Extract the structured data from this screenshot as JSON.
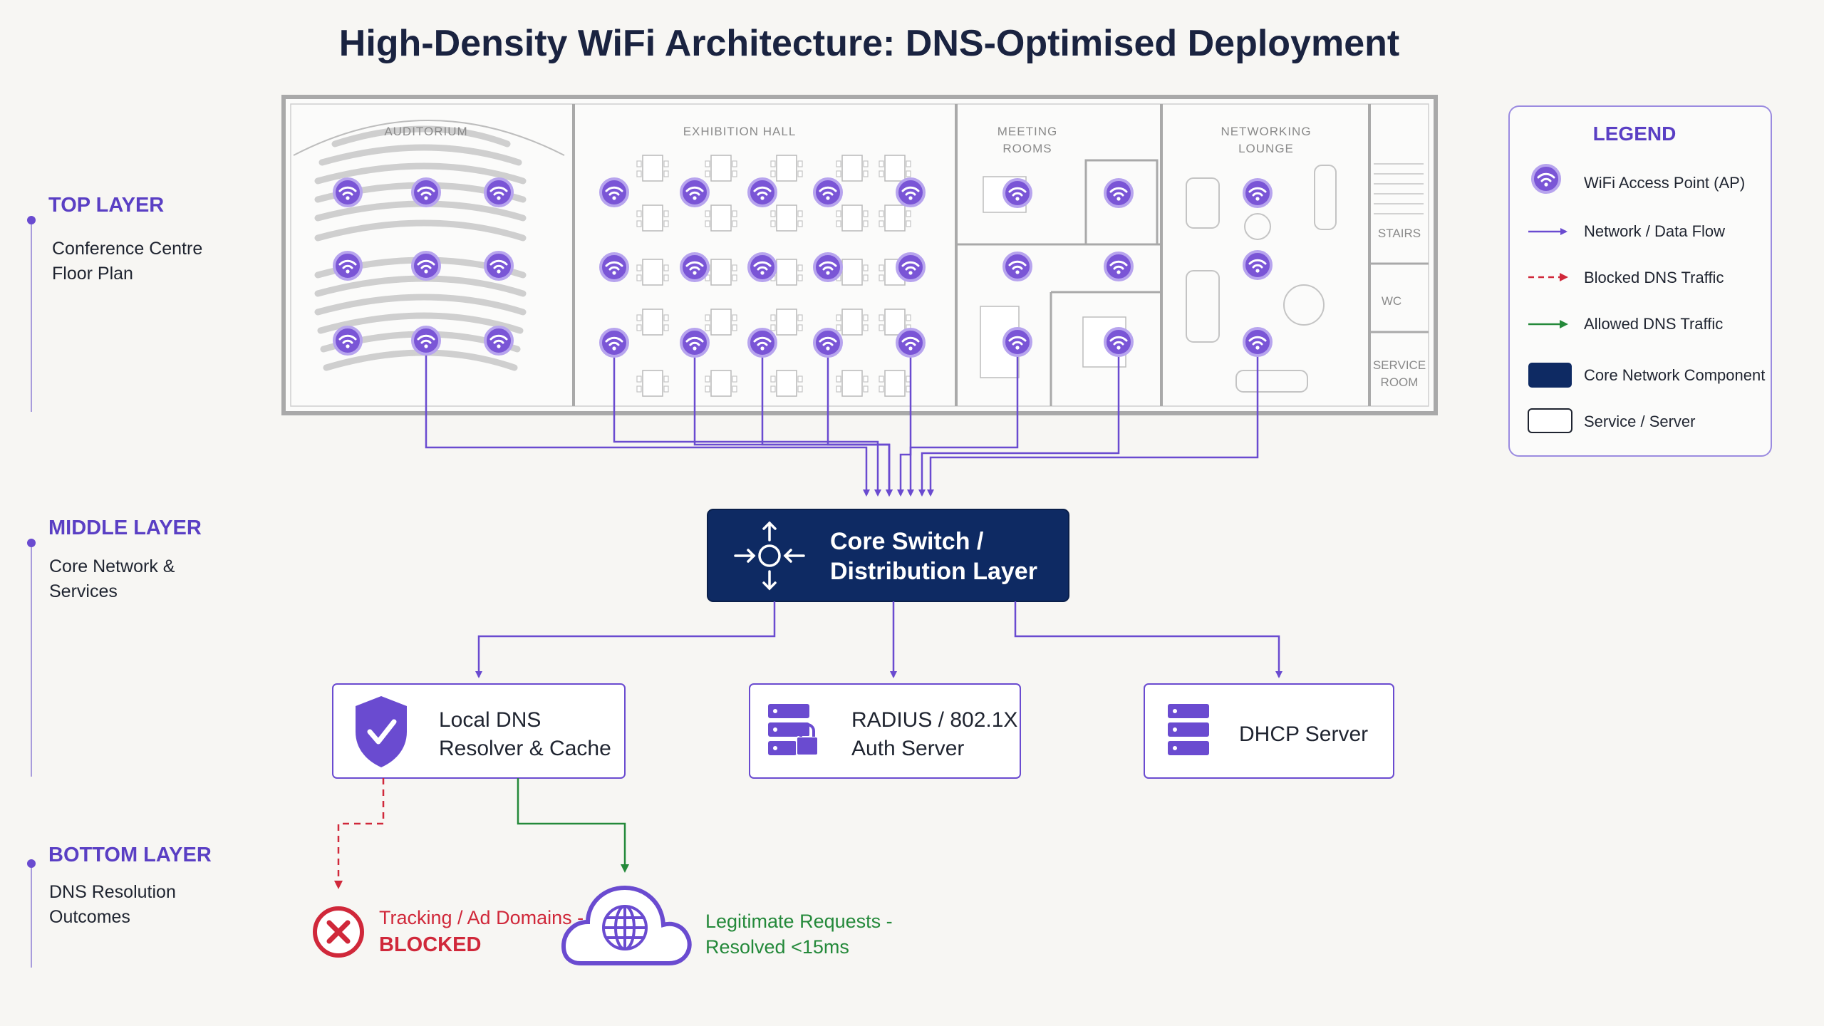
{
  "title": "High-Density WiFi Architecture: DNS-Optimised Deployment",
  "layers": [
    {
      "heading": "TOP LAYER",
      "desc1": "Conference Centre",
      "desc2": "Floor Plan"
    },
    {
      "heading": "MIDDLE LAYER",
      "desc1": "Core Network &",
      "desc2": "Services"
    },
    {
      "heading": "BOTTOM LAYER",
      "desc1": "DNS Resolution",
      "desc2": "Outcomes"
    }
  ],
  "floorplan": {
    "auditorium": "AUDITORIUM",
    "exhibition_hall": "EXHIBITION HALL",
    "meeting_rooms_1": "MEETING",
    "meeting_rooms_2": "ROOMS",
    "networking_lounge_1": "NETWORKING",
    "networking_lounge_2": "LOUNGE",
    "stairs": "STAIRS",
    "wc": "WC",
    "service_room_1": "SERVICE",
    "service_room_2": "ROOM"
  },
  "core": {
    "line1": "Core Switch /",
    "line2": "Distribution Layer",
    "icon": "network-hub-icon"
  },
  "services": {
    "dns": {
      "line1": "Local DNS",
      "line2": "Resolver & Cache",
      "icon": "shield-check-icon"
    },
    "radius": {
      "line1": "RADIUS / 802.1X",
      "line2": "Auth Server",
      "icon": "server-lock-icon"
    },
    "dhcp": {
      "line1": "DHCP Server",
      "icon": "server-icon"
    }
  },
  "outcomes": {
    "blocked": {
      "line1": "Tracking / Ad Domains -",
      "line2": "BLOCKED",
      "icon": "x-circle-icon"
    },
    "allowed": {
      "line1": "Legitimate Requests -",
      "line2": "Resolved <15ms",
      "icon": "cloud-globe-icon"
    }
  },
  "legend": {
    "title": "LEGEND",
    "items": [
      {
        "label": "WiFi Access Point (AP)",
        "icon": "wifi-ap-icon"
      },
      {
        "label": "Network / Data Flow",
        "icon": "blue-arrow-icon"
      },
      {
        "label": "Blocked DNS Traffic",
        "icon": "red-dashed-arrow-icon"
      },
      {
        "label": "Allowed DNS Traffic",
        "icon": "green-arrow-icon"
      },
      {
        "label": "Core Network Component",
        "icon": "navy-box-icon"
      },
      {
        "label": "Service / Server",
        "icon": "white-box-icon"
      }
    ]
  },
  "colors": {
    "purple": "#6a4bd0",
    "navy": "#0e2a63",
    "red": "#d0283a",
    "green": "#24893a",
    "text": "#1f2430"
  }
}
